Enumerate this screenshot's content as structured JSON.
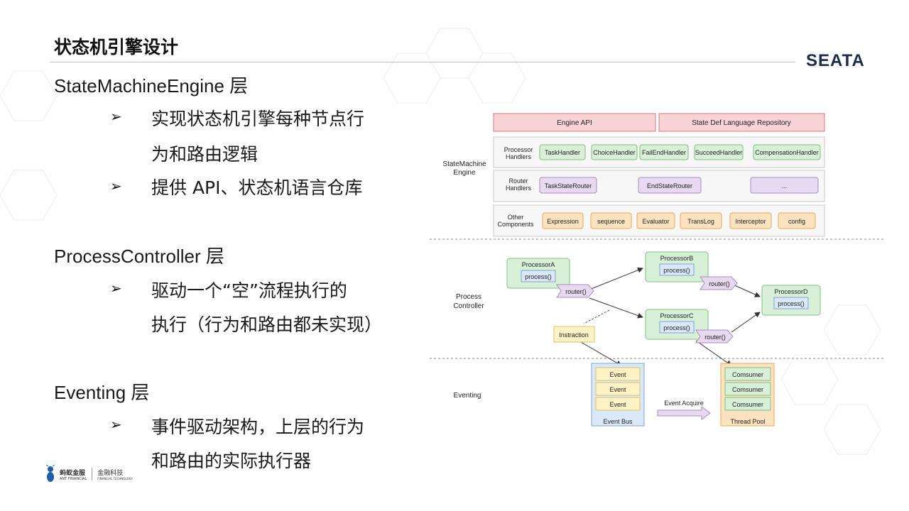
{
  "slide": {
    "title": "状态机引擎设计",
    "logo_text": "SEATA",
    "sections": [
      {
        "heading": "StateMachineEngine 层",
        "bullets": [
          "实现状态机引擎每种节点行",
          "为和路由逻辑",
          "提供 API、状态机语言仓库"
        ]
      },
      {
        "heading": "ProcessController 层",
        "bullets": [
          "驱动一个“空”流程执行的",
          "执行（行为和路由都未实现）"
        ]
      },
      {
        "heading": "Eventing 层",
        "bullets": [
          "事件驱动架构，上层的行为",
          "和路由的实际执行器"
        ]
      }
    ],
    "bullet_symbol": "➢",
    "footer": {
      "brand_cn": "蚂蚁金服",
      "brand_en": "ANT FINANCIAL",
      "sub_cn": "金融科技",
      "sub_en": "FINANCIAL TECHNOLOGY"
    }
  },
  "diagram": {
    "layers": {
      "engine": "StateMachine\nEngine",
      "controller": "Process\nController",
      "eventing": "Eventing"
    },
    "engine_api": "Engine API",
    "repo": "State Def Language Repository",
    "processor_label": "Processor\nHandlers",
    "processors": [
      "TaskHandler",
      "ChoiceHandler",
      "FailEndHandler",
      "SucceedHandler",
      "CompensationHandler"
    ],
    "router_label": "Router\nHandlers",
    "routers": [
      "TaskStateRouter",
      "EndStateRouter",
      "..."
    ],
    "other_label": "Other\nComponents",
    "others": [
      "Expression",
      "sequence",
      "Evaluator",
      "TransLog",
      "Interceptor",
      "config"
    ],
    "nodes": [
      {
        "name": "ProcessorA",
        "method": "process()"
      },
      {
        "name": "ProcessorB",
        "method": "process()"
      },
      {
        "name": "ProcessorC",
        "method": "process()"
      },
      {
        "name": "ProcessorD",
        "method": "process()"
      }
    ],
    "router": "router()",
    "instruction": "Instraction",
    "events": [
      "Event",
      "Event",
      "Event"
    ],
    "event_bus": "Event Bus",
    "event_acquire": "Event Acquire",
    "consumers": [
      "Comsumer",
      "Comsumer",
      "Comsumer"
    ],
    "thread_pool": "Thread Pool",
    "colors": {
      "red_fill": "#f9d4d6",
      "red_stroke": "#d9797e",
      "green_fill": "#d8f0d8",
      "green_stroke": "#7fbf7f",
      "purple_fill": "#e7d9ef",
      "purple_stroke": "#a98bc0",
      "orange_fill": "#fde2c0",
      "orange_stroke": "#e7a85a",
      "blue_fill": "#dbe8f7",
      "blue_stroke": "#7ea5d2",
      "yellow_fill": "#fff3c6",
      "yellow_stroke": "#d9c36a"
    }
  }
}
